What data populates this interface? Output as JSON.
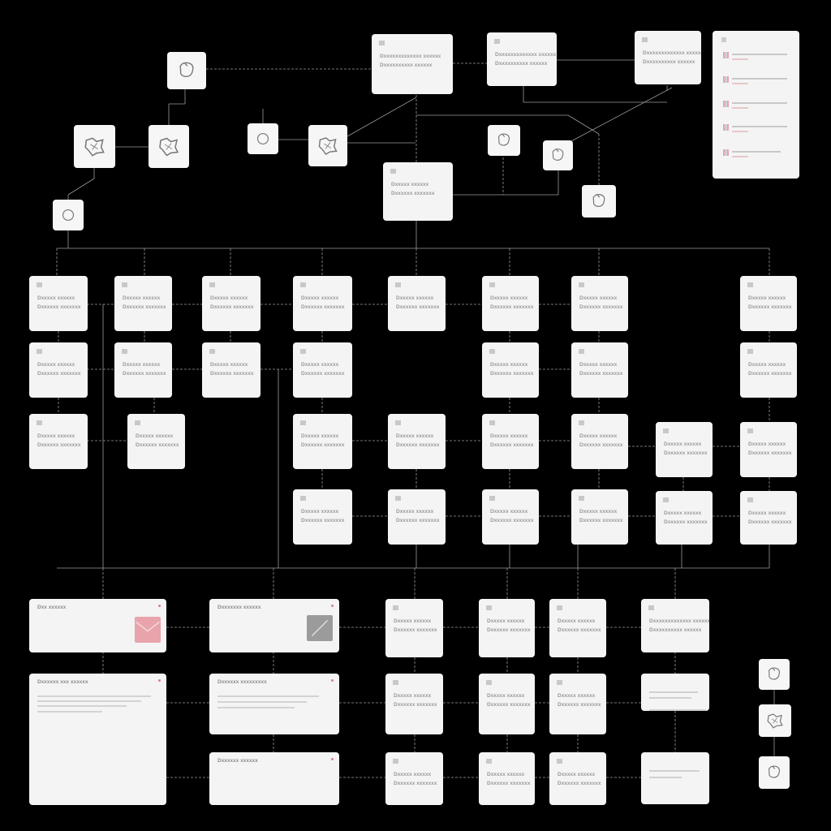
{
  "diagram": {
    "card_title": "Dxxxxx xxxxxx",
    "card_subtitle": "Dxxxxxx xxxxxxx",
    "wide_title": "Dxxxxxxxxxxxxx xxxxxx",
    "wide_subtitle": "Dxxxxxxxxxx xxxxxx",
    "box_title_1": "Dxx xxxxxx",
    "box_title_2": "Dxxxxxxx xxxxxx",
    "box_title_3": "Dxxxxxx xxx xxxxxx",
    "box_title_4": "Dxxxxxx xxxxxxxxx",
    "box_title_5": "Dxxxxxx xxxxxx",
    "accent_pink": "#e8a3ab",
    "accent_gray": "#9b9b9b"
  }
}
